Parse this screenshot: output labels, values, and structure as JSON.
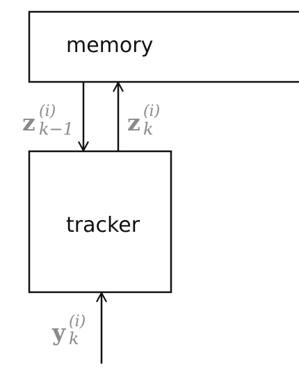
{
  "memory": {
    "label": "memory"
  },
  "tracker": {
    "label": "tracker"
  },
  "arrows": {
    "z_prev": {
      "base": "z",
      "sup": "(i)",
      "sub": "k−1"
    },
    "z_curr": {
      "base": "z",
      "sup": "(i)",
      "sub": "k"
    },
    "y_curr": {
      "base": "y",
      "sup": "(i)",
      "sub": "k"
    }
  },
  "colors": {
    "stroke": "#111111",
    "math_label": "#8a8a8a",
    "background": "#ffffff"
  }
}
